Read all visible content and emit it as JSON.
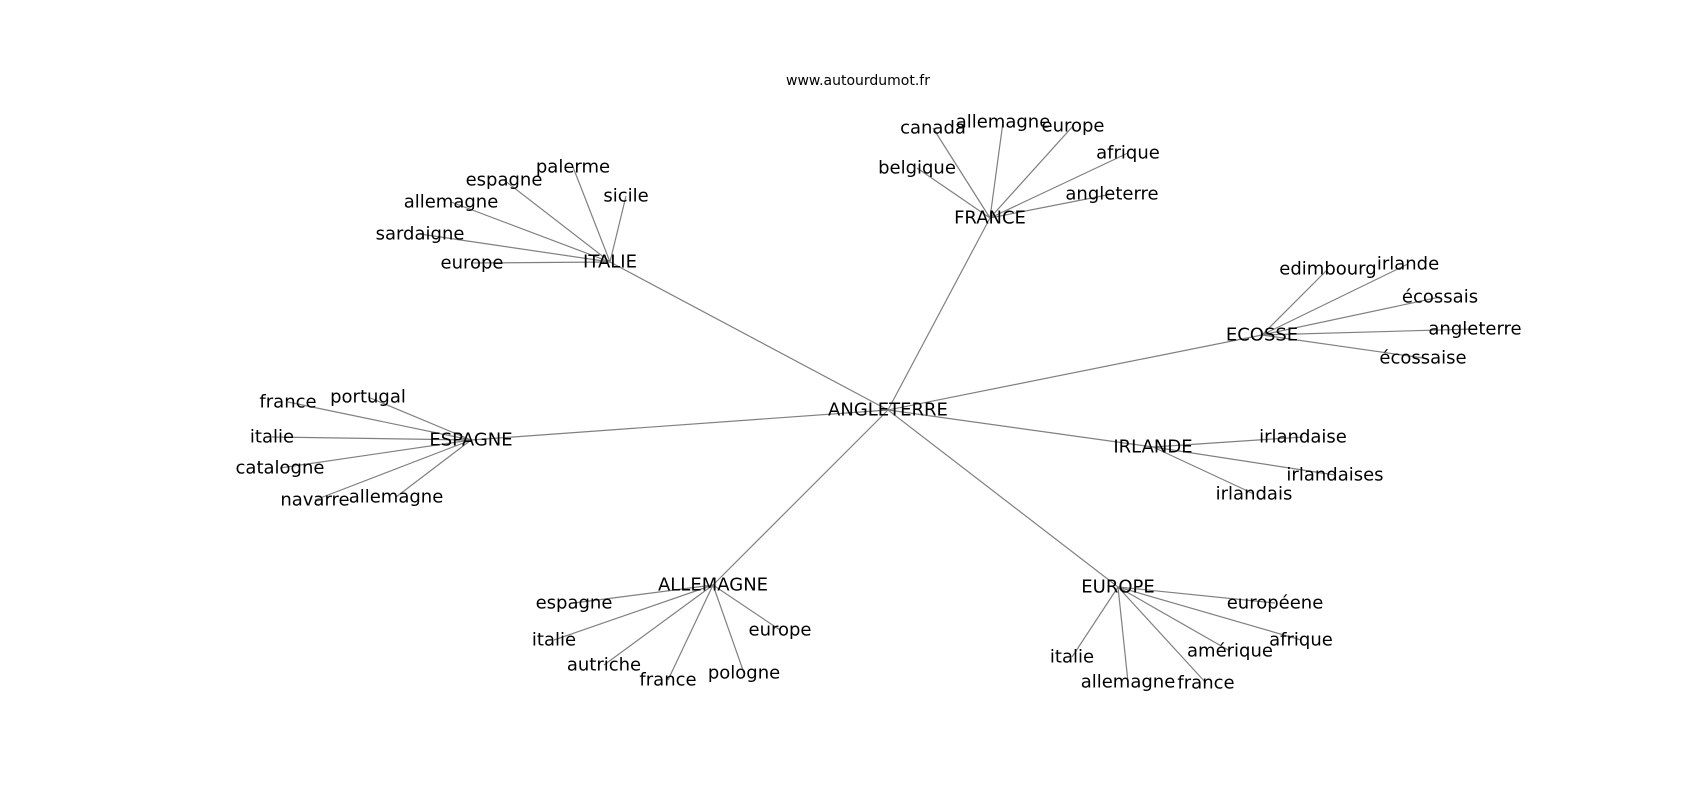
{
  "header": {
    "site": "www.autourdumot.fr"
  },
  "colors": {
    "edge": "#808080",
    "text": "#000000",
    "background": "#ffffff"
  },
  "graph": {
    "center": "ANGLETERRE",
    "hubs": [
      {
        "label": "FRANCE",
        "words": [
          "canada",
          "allemagne",
          "europe",
          "afrique",
          "belgique",
          "angleterre"
        ]
      },
      {
        "label": "ITALIE",
        "words": [
          "palerme",
          "espagne",
          "sicile",
          "allemagne",
          "sardaigne",
          "europe"
        ]
      },
      {
        "label": "ECOSSE",
        "words": [
          "edimbourg",
          "irlande",
          "écossais",
          "angleterre",
          "écossaise"
        ]
      },
      {
        "label": "ESPAGNE",
        "words": [
          "portugal",
          "france",
          "italie",
          "catalogne",
          "navarre",
          "allemagne"
        ]
      },
      {
        "label": "IRLANDE",
        "words": [
          "irlandaise",
          "irlandaises",
          "irlandais"
        ]
      },
      {
        "label": "ALLEMAGNE",
        "words": [
          "espagne",
          "europe",
          "italie",
          "autriche",
          "france",
          "pologne"
        ]
      },
      {
        "label": "EUROPE",
        "words": [
          "européene",
          "afrique",
          "amérique",
          "italie",
          "allemagne",
          "france"
        ]
      }
    ]
  }
}
